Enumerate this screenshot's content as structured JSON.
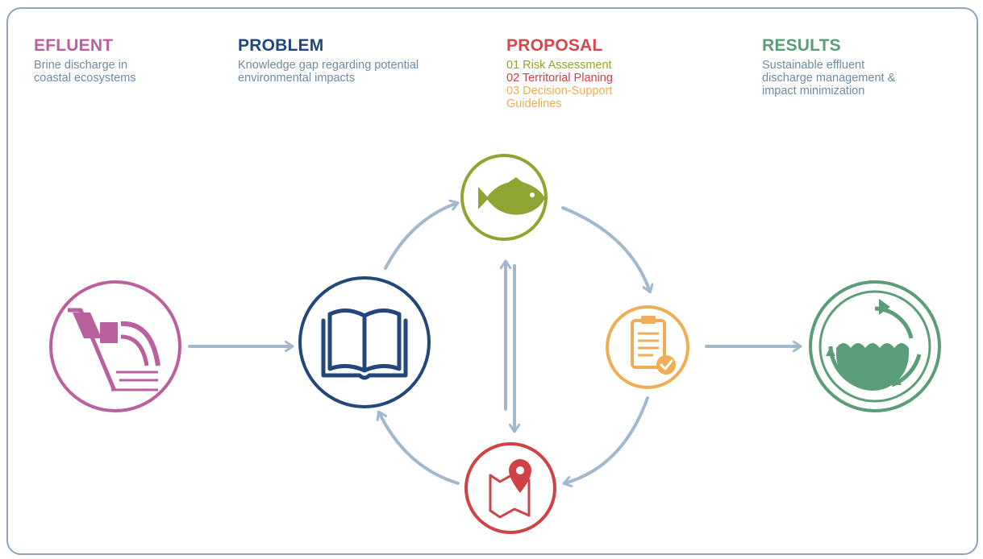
{
  "columns": {
    "effluent": {
      "title": "EFLUENT",
      "desc": [
        "Brine discharge in",
        "coastal ecosystems"
      ]
    },
    "problem": {
      "title": "PROBLEM",
      "desc": [
        "Knowledge gap regarding potential",
        "environmental impacts"
      ]
    },
    "proposal": {
      "title": "PROPOSAL",
      "items": [
        "01 Risk Assessment",
        "02 Territorial Planing",
        "03 Decision-Support",
        "Guidelines"
      ]
    },
    "results": {
      "title": "RESULTS",
      "desc": [
        "Sustainable effluent",
        "discharge management &",
        "impact minimization"
      ]
    }
  },
  "colors": {
    "effluent": "#bb609f",
    "problem": "#23477a",
    "proposal_title": "#d24a4d",
    "risk": "#8fa531",
    "planning": "#cf4246",
    "guidelines": "#efae55",
    "results": "#5b9d79",
    "arrow": "#a3b8cc",
    "text": "#6f8aa3",
    "frame": "#8ea4b9"
  },
  "nodes": [
    {
      "id": "effluent",
      "icon": "pipe-discharge-icon"
    },
    {
      "id": "problem",
      "icon": "open-book-icon"
    },
    {
      "id": "risk",
      "icon": "fish-icon"
    },
    {
      "id": "planning",
      "icon": "map-pin-icon"
    },
    {
      "id": "guidelines",
      "icon": "clipboard-check-icon"
    },
    {
      "id": "results",
      "icon": "water-recycle-icon"
    }
  ]
}
